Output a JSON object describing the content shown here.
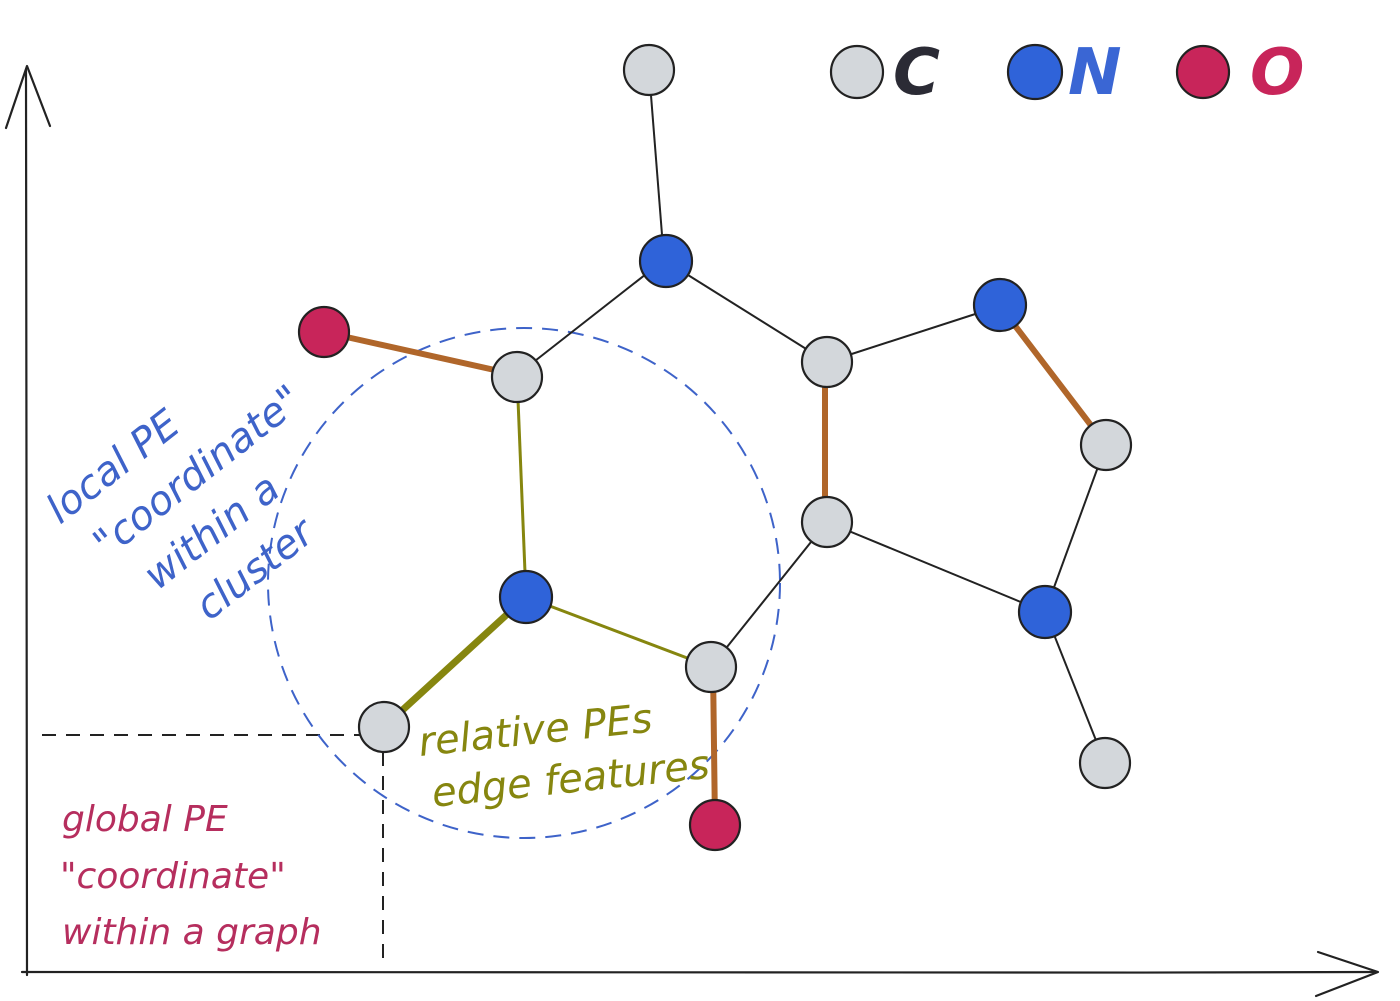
{
  "legend": [
    {
      "label": "C",
      "element": "carbon",
      "color": "#D3D7DB",
      "text_color": "#2B2B35"
    },
    {
      "label": "N",
      "element": "nitrogen",
      "color": "#2F63D9",
      "text_color": "#3A66D4"
    },
    {
      "label": "O",
      "element": "oxygen",
      "color": "#C8255A",
      "text_color": "#C8255A"
    }
  ],
  "annotations": {
    "local_pe": [
      "local PE",
      "\"coordinate\"",
      "within a",
      "cluster"
    ],
    "relative_pe": [
      "relative PEs",
      "edge features"
    ],
    "global_pe": [
      "global PE",
      "\"coordinate\"",
      "within a graph"
    ]
  },
  "colors": {
    "local": "#3E63C9",
    "relative": "#86860F",
    "global": "#B62E5E",
    "highlight_bond": "#B0662A",
    "plain_bond": "#222222",
    "axis": "#222222",
    "dashed_cluster": "#3E63C9"
  },
  "molecule": {
    "atoms": [
      {
        "id": "a_top",
        "element": "carbon"
      },
      {
        "id": "a_n_top",
        "element": "nitrogen"
      },
      {
        "id": "a_o_left",
        "element": "oxygen"
      },
      {
        "id": "a_c_left",
        "element": "carbon"
      },
      {
        "id": "a_c_mid_top",
        "element": "carbon"
      },
      {
        "id": "a_n_right_top",
        "element": "nitrogen"
      },
      {
        "id": "a_c_right",
        "element": "carbon"
      },
      {
        "id": "a_c_mid",
        "element": "carbon"
      },
      {
        "id": "a_n_center",
        "element": "nitrogen"
      },
      {
        "id": "a_c_bottom",
        "element": "carbon"
      },
      {
        "id": "a_n_right_bottom",
        "element": "nitrogen"
      },
      {
        "id": "a_c_far_bottom",
        "element": "carbon"
      },
      {
        "id": "a_c_cluster_left",
        "element": "carbon"
      },
      {
        "id": "a_o_bottom",
        "element": "oxygen"
      }
    ],
    "bonds": [
      {
        "from": "a_top",
        "to": "a_n_top",
        "kind": "plain"
      },
      {
        "from": "a_n_top",
        "to": "a_c_left",
        "kind": "plain"
      },
      {
        "from": "a_n_top",
        "to": "a_c_mid_top",
        "kind": "plain"
      },
      {
        "from": "a_o_left",
        "to": "a_c_left",
        "kind": "highlight"
      },
      {
        "from": "a_c_left",
        "to": "a_n_center",
        "kind": "relative"
      },
      {
        "from": "a_c_mid_top",
        "to": "a_n_right_top",
        "kind": "plain"
      },
      {
        "from": "a_c_mid_top",
        "to": "a_c_mid",
        "kind": "highlight"
      },
      {
        "from": "a_n_right_top",
        "to": "a_c_right",
        "kind": "highlight"
      },
      {
        "from": "a_c_right",
        "to": "a_n_right_bottom",
        "kind": "plain"
      },
      {
        "from": "a_c_mid",
        "to": "a_n_right_bottom",
        "kind": "plain"
      },
      {
        "from": "a_c_mid",
        "to": "a_c_bottom",
        "kind": "plain"
      },
      {
        "from": "a_n_center",
        "to": "a_c_bottom",
        "kind": "relative"
      },
      {
        "from": "a_n_center",
        "to": "a_c_cluster_left",
        "kind": "relative_thick"
      },
      {
        "from": "a_c_bottom",
        "to": "a_o_bottom",
        "kind": "highlight"
      },
      {
        "from": "a_n_right_bottom",
        "to": "a_c_far_bottom",
        "kind": "plain"
      }
    ]
  }
}
